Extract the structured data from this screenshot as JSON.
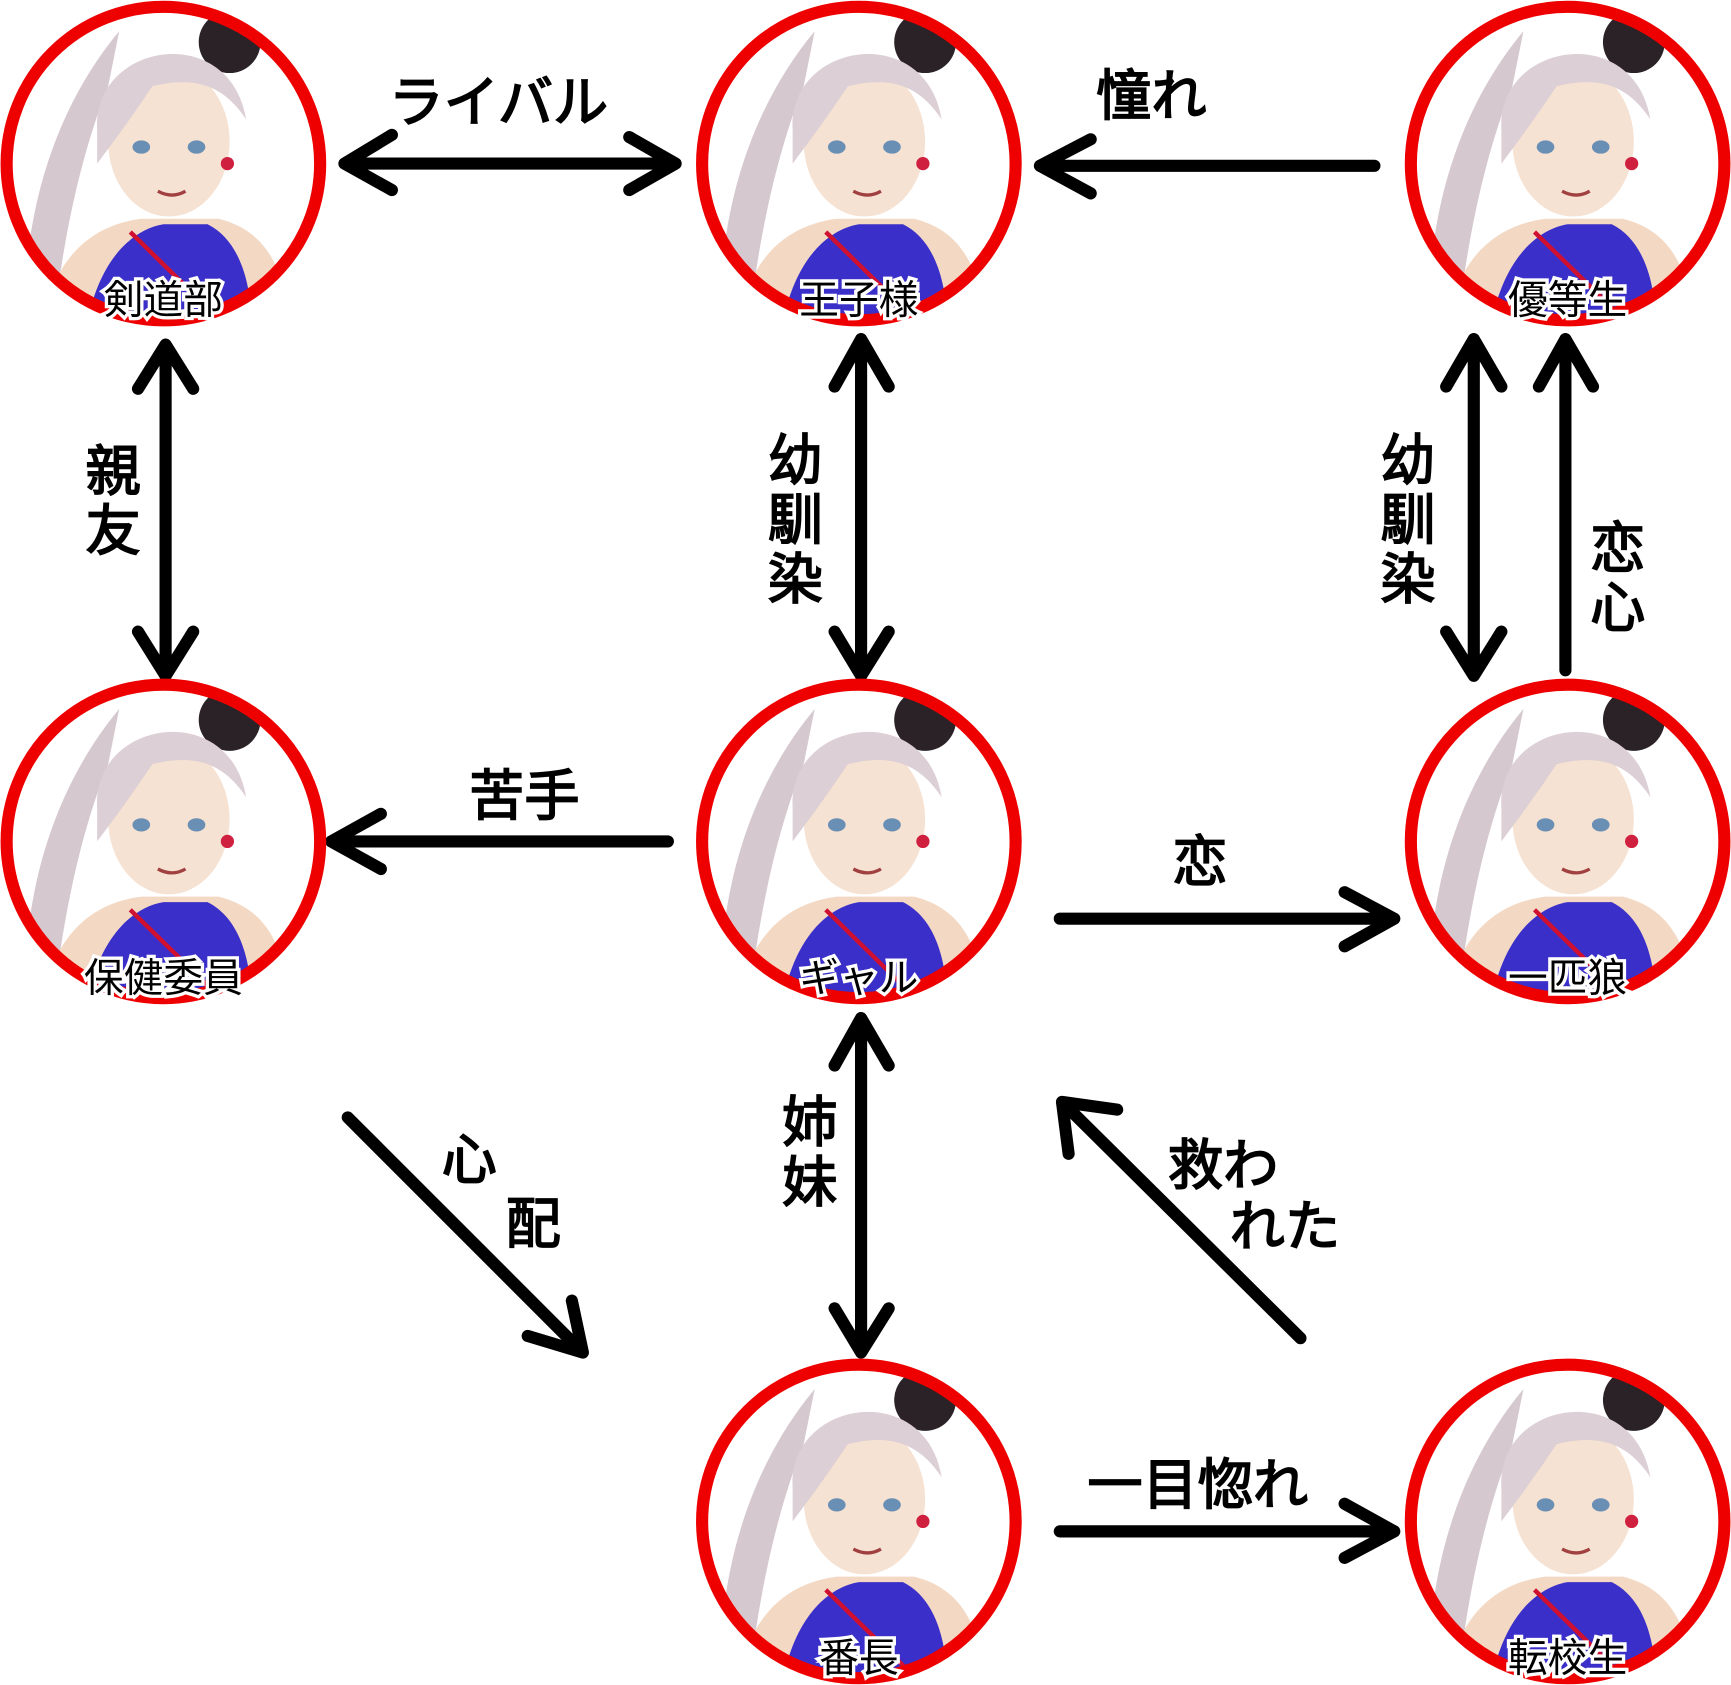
{
  "nodes": {
    "kendo": "剣道部",
    "prince": "王子様",
    "honor": "優等生",
    "nurse": "保健委員",
    "gal": "ギャル",
    "lone": "一匹狼",
    "boss": "番長",
    "transfer": "転校生"
  },
  "edges": {
    "rival": "ライバル",
    "admire": "憧れ",
    "bestfriend": "親友",
    "childhood1": "幼馴染",
    "childhood2": "幼馴染",
    "crush": "恋心",
    "dislike": "苦手",
    "love": "恋",
    "worry_1": "心",
    "worry_2": "配",
    "sisters": "姉妹",
    "saved_1": "救わ",
    "saved_2": "れた",
    "firstsight": "一目惚れ"
  },
  "colors": {
    "ring": "#ee0000",
    "arrow": "#000000",
    "outfit": "#3a2fc8",
    "hair": "#d9cdd3"
  }
}
